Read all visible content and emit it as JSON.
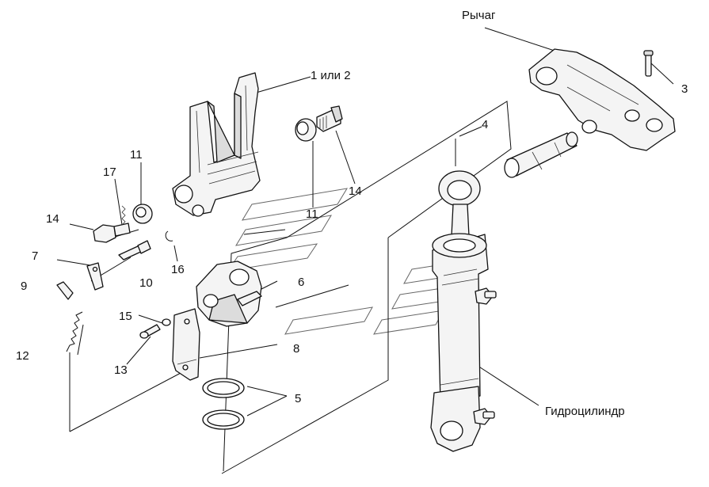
{
  "labels": {
    "lever": "Рычаг",
    "hydraulic_cylinder": "Гидроцилиндр",
    "part_1_or_2": "1 или 2",
    "part_3": "3",
    "part_4": "4",
    "part_5": "5",
    "part_6": "6",
    "part_7": "7",
    "part_8": "8",
    "part_9": "9",
    "part_10": "10",
    "part_11_a": "11",
    "part_11_b": "11",
    "part_12": "12",
    "part_13": "13",
    "part_14_a": "14",
    "part_14_b": "14",
    "part_15": "15",
    "part_16": "16",
    "part_17": "17"
  }
}
